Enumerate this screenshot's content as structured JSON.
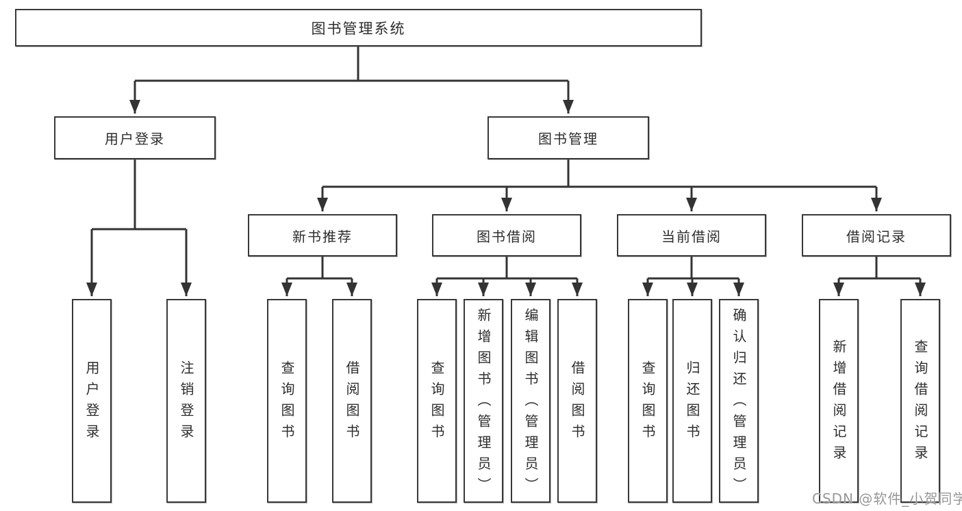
{
  "diagram": {
    "title": "图书管理系统",
    "branches": {
      "user_login": {
        "label": "用户登录",
        "children": [
          "用户登录",
          "注销登录"
        ]
      },
      "book_management": {
        "label": "图书管理",
        "sections": {
          "new_book": {
            "label": "新书推荐",
            "children": [
              "查询图书",
              "借阅图书"
            ]
          },
          "book_borrow": {
            "label": "图书借阅",
            "children": [
              "查询图书",
              "新增图书（管理员）",
              "编辑图书（管理员）",
              "借阅图书"
            ]
          },
          "current_borrow": {
            "label": "当前借阅",
            "children": [
              "查询图书",
              "归还图书",
              "确认归还（管理员）"
            ]
          },
          "borrow_record": {
            "label": "借阅记录",
            "children": [
              "新增借阅记录",
              "查询借阅记录"
            ]
          }
        }
      }
    }
  },
  "watermark": "CSDN @软件_小贺同学",
  "colors": {
    "line": "#333333",
    "box_border": "#383838",
    "text": "#2d2d2d",
    "watermark": "#979797",
    "background": "#ffffff"
  }
}
